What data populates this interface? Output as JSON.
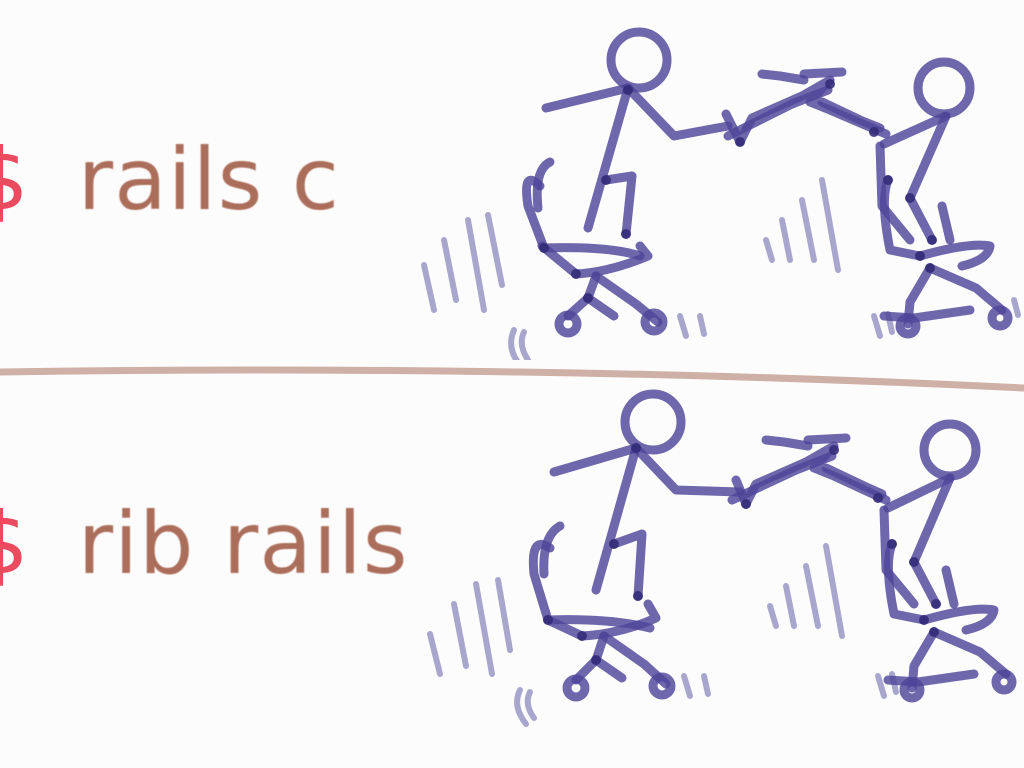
{
  "panels": [
    {
      "prompt": "$",
      "command": "rails c"
    },
    {
      "prompt": "$",
      "command": "rib rails"
    }
  ],
  "colors": {
    "prompt": "#e8384f",
    "command": "#a5624e",
    "divider": "#c9a79c",
    "figure": "#4e4698"
  },
  "illustration": "two-stick-figures-high-five-on-office-chairs"
}
